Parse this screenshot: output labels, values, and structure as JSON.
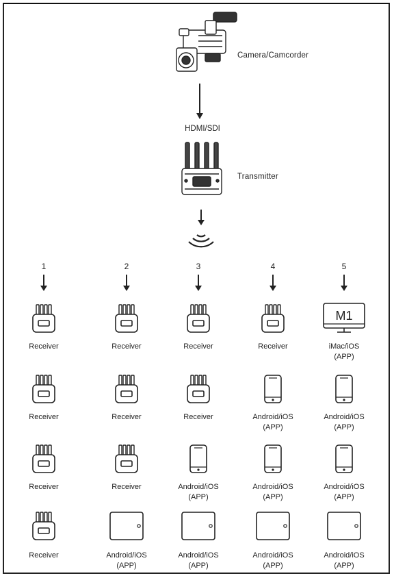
{
  "source": {
    "label": "Camera/Camcorder",
    "icon": "camcorder-icon"
  },
  "link": {
    "label": "HDMI/SDI"
  },
  "transmitter": {
    "label": "Transmitter",
    "icon": "transmitter-icon"
  },
  "wireless_icon": "wireless-signal-icon",
  "columns": [
    "1",
    "2",
    "3",
    "4",
    "5"
  ],
  "device_labels": {
    "receiver": "Receiver",
    "mobile_app": [
      "Android/iOS",
      "(APP)"
    ],
    "tablet_app": [
      "Android/iOS",
      "(APP)"
    ],
    "imac_app": [
      "iMac/iOS",
      "(APP)"
    ],
    "monitor_text": "M1"
  },
  "grid": [
    [
      "receiver",
      "receiver",
      "receiver",
      "receiver",
      "imac_app"
    ],
    [
      "receiver",
      "receiver",
      "receiver",
      "mobile_app",
      "mobile_app"
    ],
    [
      "receiver",
      "receiver",
      "mobile_app",
      "mobile_app",
      "mobile_app"
    ],
    [
      "receiver",
      "tablet_app",
      "tablet_app",
      "tablet_app",
      "tablet_app"
    ]
  ]
}
